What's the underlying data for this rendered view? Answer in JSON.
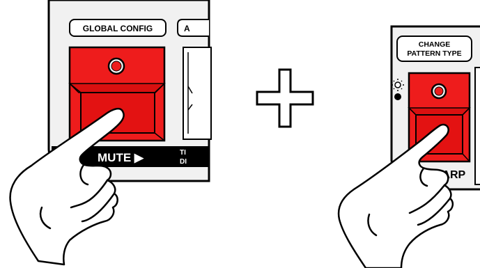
{
  "left_panel": {
    "header_label": "GLOBAL CONFIG",
    "cut_label": "A",
    "strip_label": "MUTE ▶",
    "side_label_top": "TI",
    "side_label_bottom": "DI"
  },
  "operator": {
    "symbol": "+"
  },
  "right_panel": {
    "header_line1": "CHANGE",
    "header_line2": "PATTERN TYPE",
    "bottom_label": "OLL/ARP",
    "indicator": "sun-indicator-icon"
  },
  "colors": {
    "button_red": "#ee1c1c",
    "button_face": "#e31212",
    "panel_gray": "#f1f1f1",
    "strip_black": "#000000",
    "outline": "#000000"
  }
}
